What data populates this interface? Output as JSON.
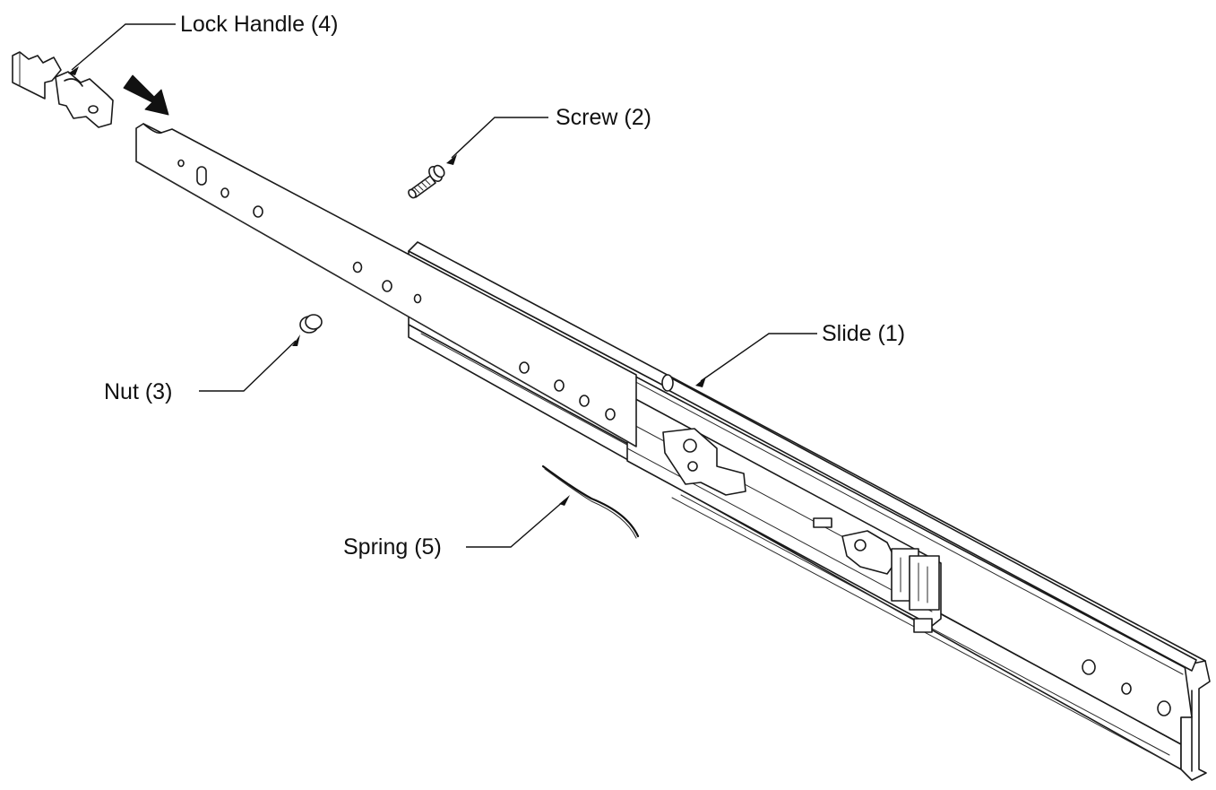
{
  "diagram": {
    "type": "exploded-assembly",
    "accent_color": "#111111",
    "background_color": "#ffffff",
    "callouts": [
      {
        "id": "slide",
        "text": "Slide (1)"
      },
      {
        "id": "screw",
        "text": "Screw (2)"
      },
      {
        "id": "nut",
        "text": "Nut (3)"
      },
      {
        "id": "lock-handle",
        "text": "Lock Handle (4)"
      },
      {
        "id": "spring",
        "text": "Spring (5)"
      }
    ]
  }
}
